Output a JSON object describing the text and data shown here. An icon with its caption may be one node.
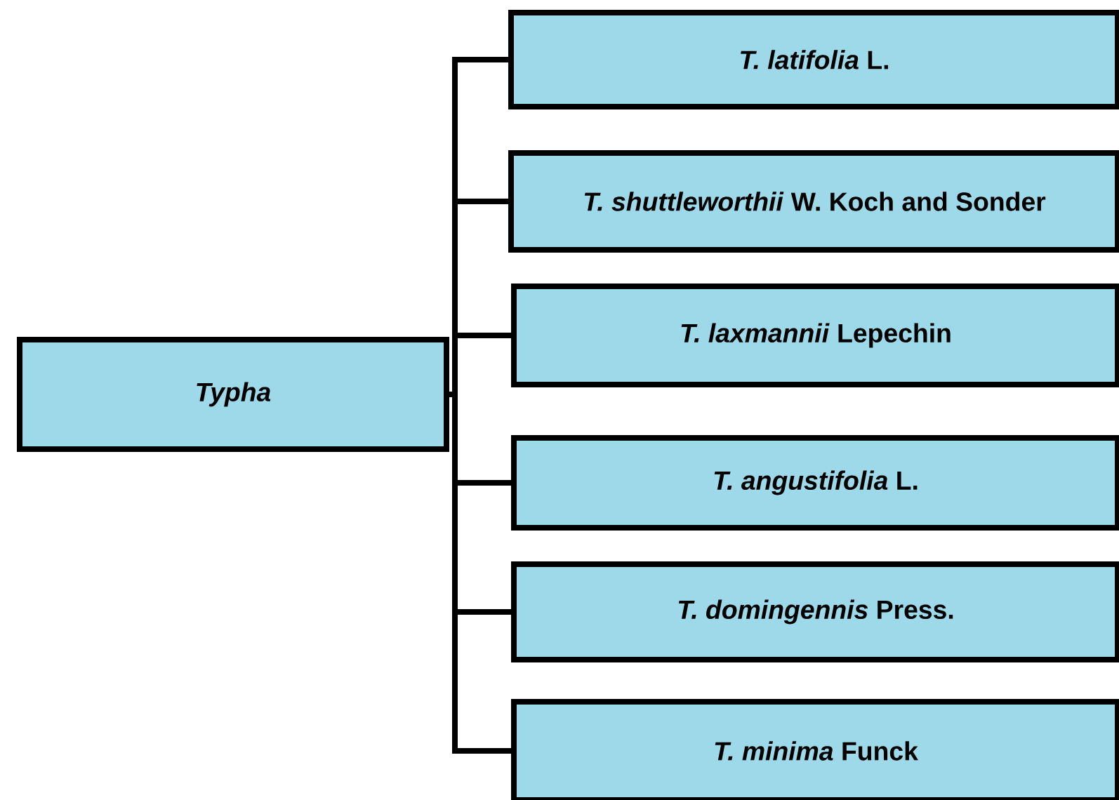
{
  "diagram": {
    "nodes": [
      {
        "text": [
          "*Typha*"
        ]
      },
      {
        "text": [
          "*T. latifolia* L."
        ]
      },
      {
        "text": [
          "*T. shuttleworthii* W. Koch and Sonder"
        ]
      },
      {
        "text": [
          "*T. laxmannii* Lepechin"
        ]
      },
      {
        "text": [
          "*T. angustifolia* L."
        ]
      },
      {
        "text": [
          "*T. domingennis* Press."
        ]
      },
      {
        "text": [
          "*T. minima* Funck"
        ]
      }
    ],
    "edges": [
      {
        "from": 0,
        "to": 1,
        "arrow": "none"
      },
      {
        "from": 0,
        "to": 2,
        "arrow": "none"
      },
      {
        "from": 0,
        "to": 3,
        "arrow": "none"
      },
      {
        "from": 0,
        "to": 4,
        "arrow": "none"
      },
      {
        "from": 0,
        "to": 5,
        "arrow": "none"
      },
      {
        "from": 0,
        "to": 6,
        "arrow": "none"
      }
    ]
  }
}
